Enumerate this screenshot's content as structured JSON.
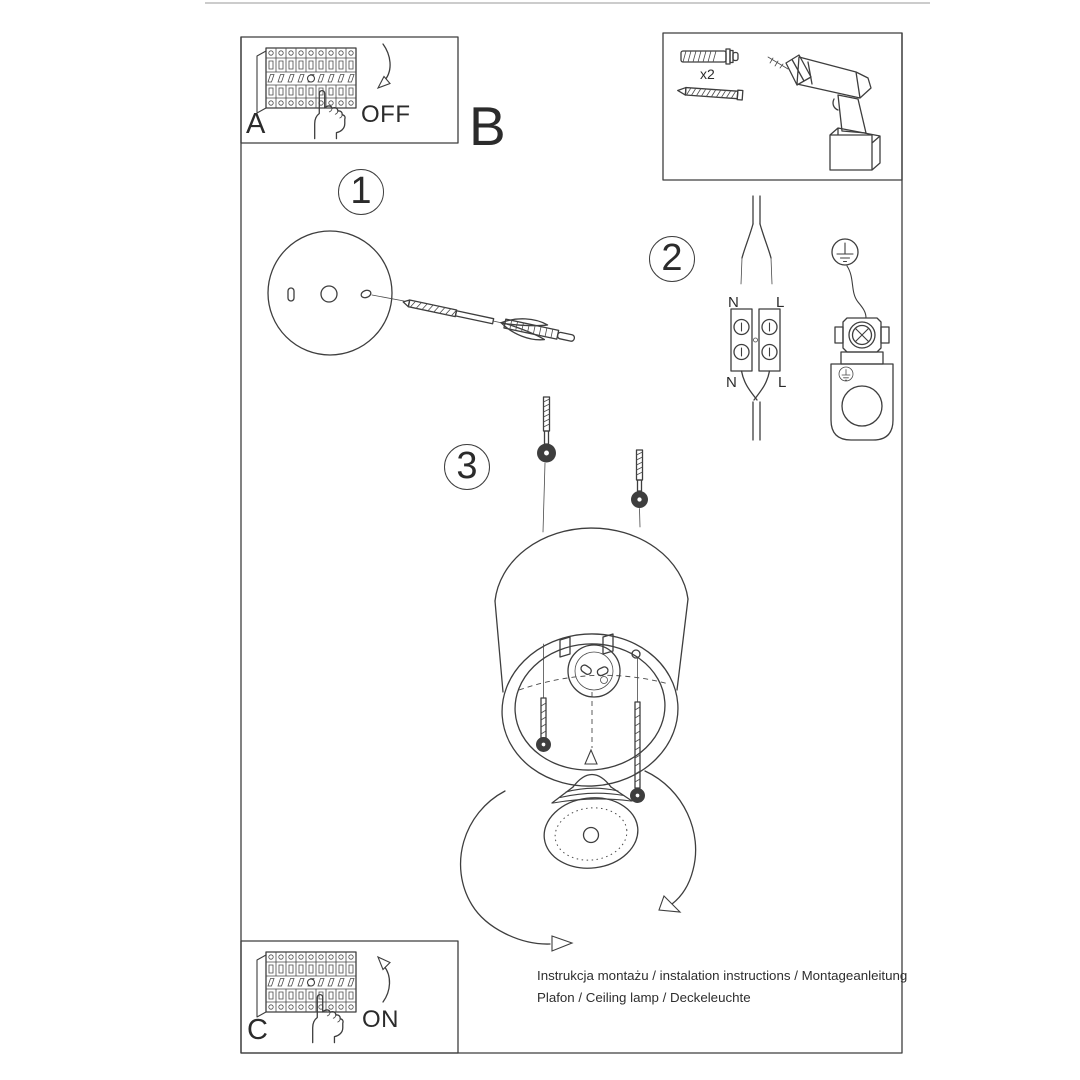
{
  "colors": {
    "line": "#3e3e3e",
    "text": "#2b2b2b",
    "background": "#ffffff"
  },
  "boxes": {
    "a": {
      "label": "A",
      "state": "OFF"
    },
    "b": {
      "label": "B",
      "tools_quantity": "x2"
    },
    "c": {
      "label": "C",
      "state": "ON"
    }
  },
  "steps": [
    {
      "number": "1"
    },
    {
      "number": "2"
    },
    {
      "number": "3"
    }
  ],
  "wiring_labels": {
    "top_n": "N",
    "top_l": "L",
    "bottom_n": "N",
    "bottom_l": "L"
  },
  "footer": {
    "line1": "Instrukcja montażu / instalation instructions / Montageanleitung",
    "line2": "Plafon / Ceiling lamp / Deckeleuchte"
  },
  "icons": [
    "circuit-breaker-panel",
    "pressing-hand",
    "power-off-arrow",
    "power-on-arrow",
    "wall-plug",
    "screw",
    "cordless-drill",
    "mounting-plate",
    "mains-cable",
    "terminal-block",
    "earth-symbol",
    "ground-clamp",
    "mounting-bracket",
    "lamp-cylinder",
    "gu10-socket",
    "gu10-bulb",
    "rotation-arrows"
  ]
}
